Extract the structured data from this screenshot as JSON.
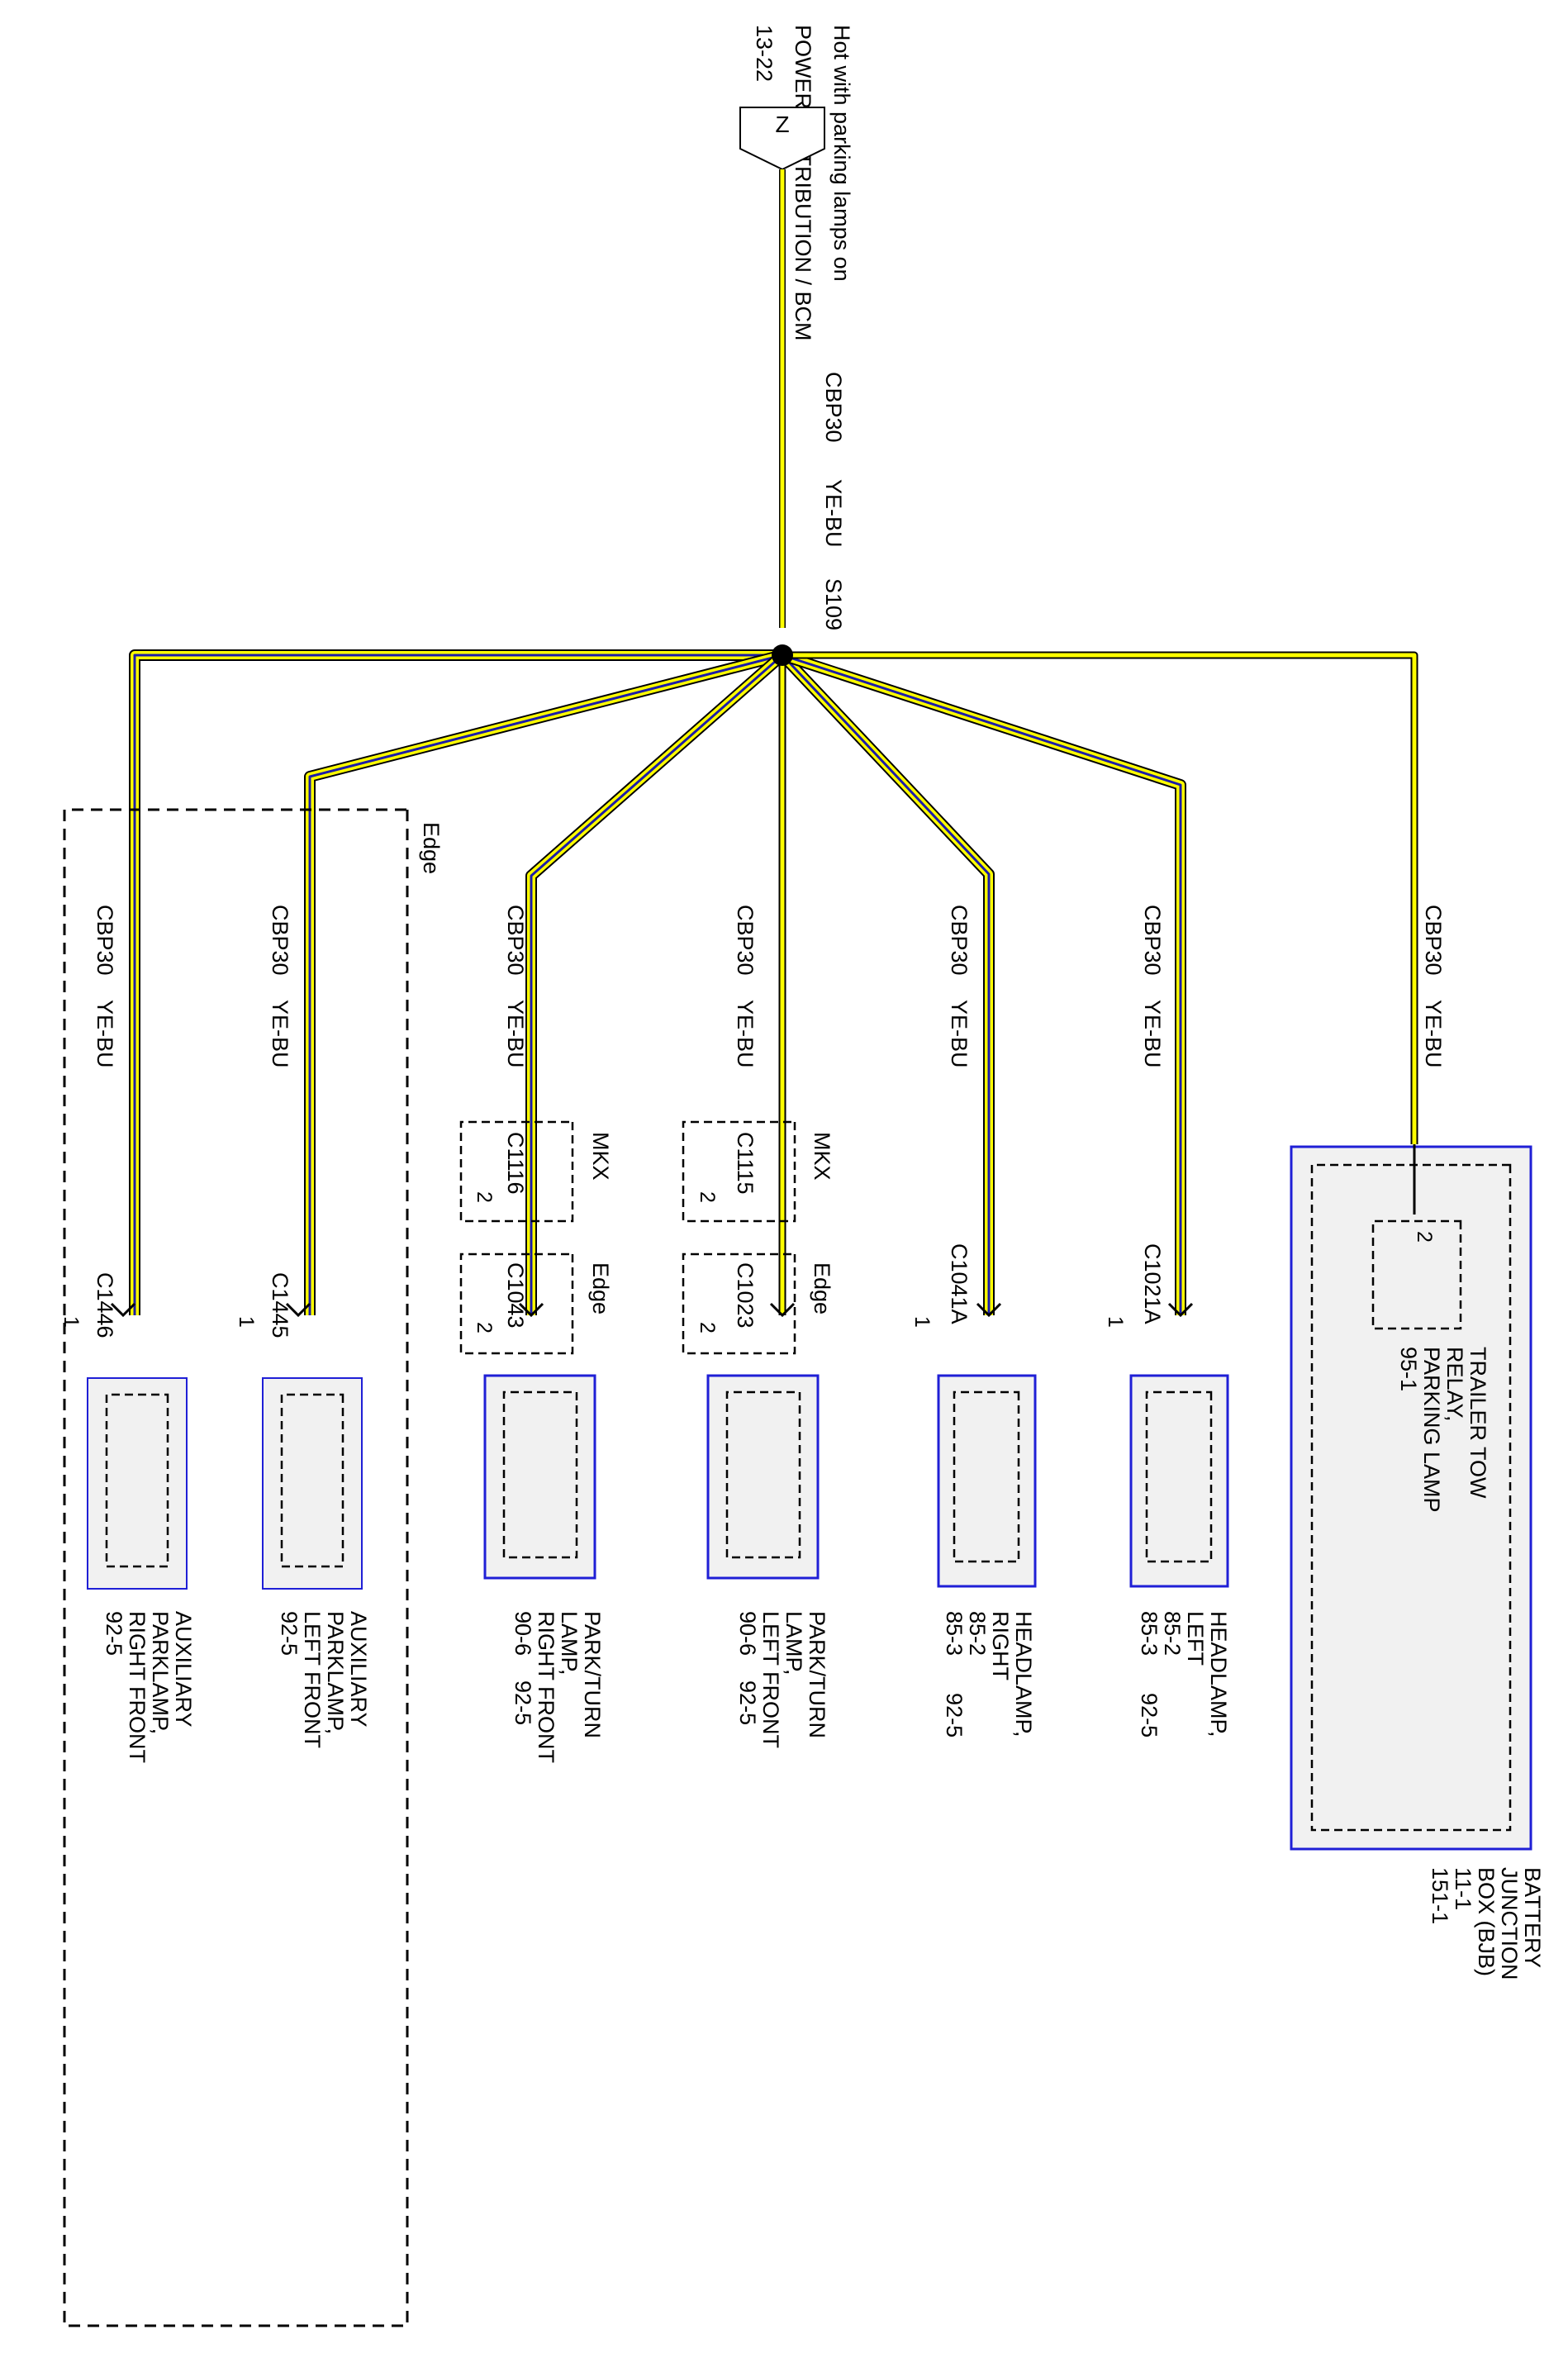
{
  "header": {
    "line1": "Hot with parking lamps on",
    "line2": "POWER DISTRIBUTION / BCM",
    "page_ref": "13-22",
    "connector_letter": "Z"
  },
  "trunk": {
    "circuit": "CBP30",
    "color": "YE-BU",
    "splice": "S109"
  },
  "colors": {
    "wire_yellow": "#ffff00",
    "wire_blue": "#1c1ca8",
    "box_blue": "#1f1fd6",
    "component_fill": "#f1f1f1"
  },
  "edge_region_label": "Edge",
  "branches": [
    {
      "circuit": "CBP30",
      "color": "YE-BU",
      "connector": "C1446",
      "pin": "1",
      "component": [
        "AUXILIARY",
        "PARKLAMP,",
        "RIGHT FRONT"
      ],
      "refs": [
        "92-5"
      ]
    },
    {
      "circuit": "CBP30",
      "color": "YE-BU",
      "connector": "C1445",
      "pin": "1",
      "component": [
        "AUXILIARY",
        "PARKLAMP,",
        "LEFT FRONT"
      ],
      "refs": [
        "92-5"
      ]
    },
    {
      "circuit": "CBP30",
      "color": "YE-BU",
      "inline1": {
        "label": "MKX",
        "id": "C1116",
        "pin": "2"
      },
      "inline2": {
        "label": "Edge",
        "id": "C1043",
        "pin": "2"
      },
      "component": [
        "PARK/TURN",
        "LAMP,",
        "RIGHT FRONT"
      ],
      "refs": [
        "90-6    92-5"
      ]
    },
    {
      "circuit": "CBP30",
      "color": "YE-BU",
      "inline1": {
        "label": "MKX",
        "id": "C1115",
        "pin": "2"
      },
      "inline2": {
        "label": "Edge",
        "id": "C1023",
        "pin": "2"
      },
      "component": [
        "PARK/TURN",
        "LAMP,",
        "LEFT FRONT"
      ],
      "refs": [
        "90-6    92-5"
      ]
    },
    {
      "circuit": "CBP30",
      "color": "YE-BU",
      "connector": "C1041A",
      "pin": "1",
      "component": [
        "HEADLAMP,",
        "RIGHT"
      ],
      "refs": [
        "85-2",
        "85-3      92-5"
      ]
    },
    {
      "circuit": "CBP30",
      "color": "YE-BU",
      "connector": "C1021A",
      "pin": "1",
      "component": [
        "HEADLAMP,",
        "LEFT"
      ],
      "refs": [
        "85-2",
        "85-3      92-5"
      ]
    },
    {
      "circuit": "CBP30",
      "color": "YE-BU",
      "pin": "2",
      "component": [
        "TRAILER TOW",
        "RELAY,",
        "PARKING LAMP"
      ],
      "refs": [
        "95-1"
      ]
    }
  ],
  "bjb": {
    "name": [
      "BATTERY",
      "JUNCTION",
      "BOX (BJB)"
    ],
    "refs": [
      "11-1",
      "151-1"
    ]
  }
}
